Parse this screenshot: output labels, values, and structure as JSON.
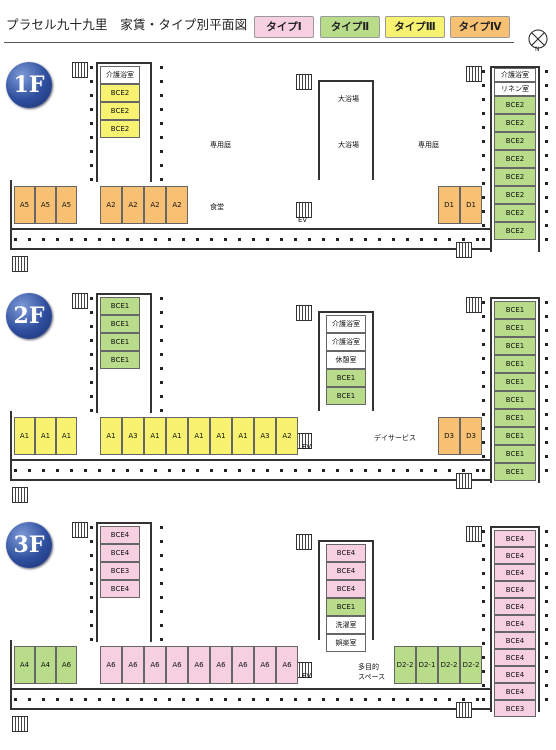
{
  "header": {
    "title": "プラセル九十九里　家賃・タイプ別平面図"
  },
  "legend": [
    {
      "label": "タイプⅠ",
      "color": "#f6cfe0"
    },
    {
      "label": "タイプⅡ",
      "color": "#b8dc8a"
    },
    {
      "label": "タイプⅢ",
      "color": "#f8f271"
    },
    {
      "label": "タイプⅣ",
      "color": "#f7c072"
    }
  ],
  "compass": {
    "label": "N"
  },
  "colors": {
    "pink": "#f6cfe0",
    "green": "#b8dc8a",
    "yellow": "#f8f271",
    "orange": "#f7c072",
    "white": "#ffffff"
  },
  "floors": [
    {
      "badge": "1F",
      "left_block": [
        "A5",
        "A5",
        "A5"
      ],
      "mid_block": [
        "A2",
        "A2",
        "A2",
        "A2"
      ],
      "upper_column": [
        "介護浴室",
        "BCE2",
        "BCE2",
        "BCE2"
      ],
      "labels": [
        "専用庭",
        "食堂",
        "EV",
        "大浴場",
        "大浴場",
        "専用庭"
      ],
      "right_small": [
        "D1",
        "D1"
      ],
      "right_column_top": [
        "介護浴室",
        "リネン室"
      ],
      "right_column": [
        "BCE2",
        "BCE2",
        "BCE2",
        "BCE2",
        "BCE2",
        "BCE2",
        "BCE2",
        "BCE2"
      ]
    },
    {
      "badge": "2F",
      "left_block": [
        "A1",
        "A1",
        "A1"
      ],
      "mid_block": [
        "A1",
        "A3",
        "A1",
        "A1",
        "A1",
        "A1",
        "A1",
        "A3",
        "A2"
      ],
      "upper_column": [
        "BCE1",
        "BCE1",
        "BCE1",
        "BCE1"
      ],
      "center_column": [
        "介護浴室",
        "介護浴室",
        "休憩室",
        "BCE1",
        "BCE1"
      ],
      "labels": [
        "EV",
        "デイサービス"
      ],
      "right_small": [
        "D3",
        "D3"
      ],
      "right_column": [
        "BCE1",
        "BCE1",
        "BCE1",
        "BCE1",
        "BCE1",
        "BCE1",
        "BCE1",
        "BCE1",
        "BCE1",
        "BCE1"
      ]
    },
    {
      "badge": "3F",
      "left_block": [
        "A4",
        "A4",
        "A6"
      ],
      "mid_block": [
        "A6",
        "A6",
        "A6",
        "A6",
        "A6",
        "A6",
        "A6",
        "A6",
        "A6"
      ],
      "upper_column": [
        "BCE4",
        "BCE4",
        "BCE3",
        "BCE4"
      ],
      "center_column": [
        "BCE4",
        "BCE4",
        "BCE4",
        "BCE1",
        "洗濯室",
        "娯楽室"
      ],
      "labels": [
        "EV",
        "多目的\nスペース"
      ],
      "right_small": [
        "D2-2",
        "D2-1",
        "D2-2",
        "D2-2"
      ],
      "right_column": [
        "BCE4",
        "BCE4",
        "BCE4",
        "BCE4",
        "BCE4",
        "BCE4",
        "BCE4",
        "BCE4",
        "BCE4",
        "BCE4",
        "BCE3"
      ]
    }
  ]
}
